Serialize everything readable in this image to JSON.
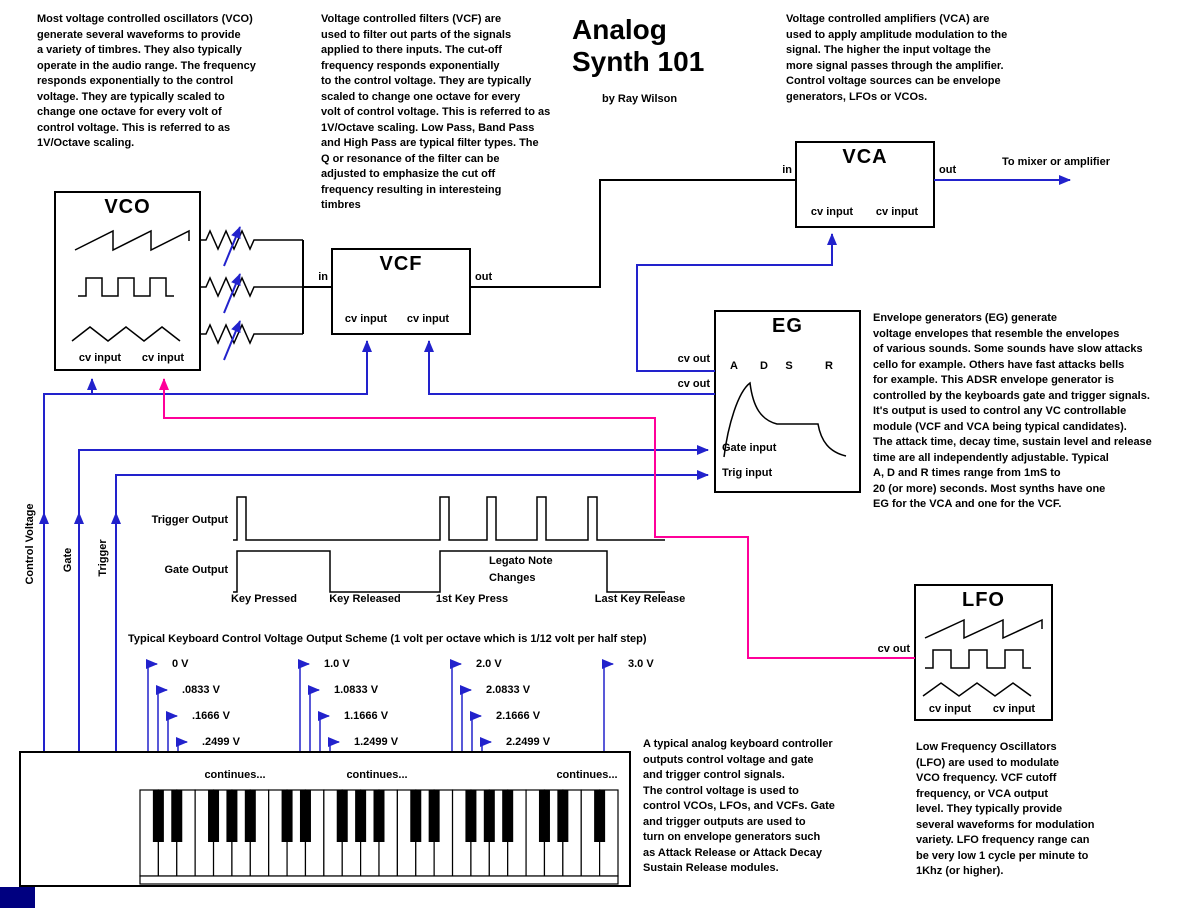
{
  "title": {
    "heading": "Analog\nSynth 101",
    "byline": "by Ray Wilson"
  },
  "descriptions": {
    "vco": "Most voltage controlled oscillators (VCO)\ngenerate several waveforms to provide\na variety of timbres. They also typically\noperate in the audio range. The frequency\nresponds exponentially to the control\nvoltage. They are typically scaled to\nchange one octave for every volt of\ncontrol voltage. This is referred to as\n1V/Octave scaling.",
    "vcf": "Voltage controlled filters (VCF) are\nused to filter out parts of the signals\napplied to there inputs. The cut-off\nfrequency responds exponentially\nto the control voltage. They are typically\nscaled to change one octave for every\nvolt of control voltage. This is referred to as\n1V/Octave scaling. Low Pass, Band Pass\nand High Pass are typical filter types. The\nQ or resonance of the filter can be\nadjusted to emphasize the cut off\nfrequency resulting in interesteing\ntimbres",
    "vca": "Voltage controlled amplifiers (VCA) are\nused to apply amplitude modulation to the\nsignal. The higher the input voltage the\nmore signal passes through the amplifier.\nControl voltage sources can be envelope\ngenerators, LFOs or VCOs.",
    "eg": "Envelope generators (EG) generate\nvoltage envelopes that resemble the envelopes\nof various sounds. Some sounds have slow attacks\ncello for example. Others have fast attacks bells\nfor example. This ADSR envelope generator is\ncontrolled by the keyboards gate and trigger signals.\nIt's output is used to control any VC controllable\nmodule (VCF and VCA being typical candidates).\nThe attack time, decay time, sustain level and release\ntime are all independently adjustable. Typical\nA, D and R times range from 1mS to\n20 (or more) seconds. Most synths have one\nEG for the VCA and one for the VCF.",
    "lfo": "Low Frequency Oscillators\n(LFO) are used to modulate\nVCO frequency. VCF cutoff\nfrequency, or VCA output\nlevel. They typically provide\nseveral waveforms for modulation\nvariety. LFO frequency range can\nbe very low 1 cycle per minute to\n1Khz (or higher).",
    "keyboard": "A typical analog keyboard controller\noutputs control voltage and gate\nand trigger control signals.\nThe control voltage is used to\ncontrol VCOs, LFOs, and VCFs. Gate\nand trigger outputs are used to\nturn on envelope generators such\nas Attack Release or Attack Decay\nSustain Release modules."
  },
  "modules": {
    "vco": {
      "title": "VCO",
      "cv_input_1": "cv input",
      "cv_input_2": "cv input"
    },
    "vcf": {
      "title": "VCF",
      "in": "in",
      "out": "out",
      "cv_input_1": "cv input",
      "cv_input_2": "cv input"
    },
    "vca": {
      "title": "VCA",
      "in": "in",
      "out": "out",
      "cv_input_1": "cv input",
      "cv_input_2": "cv input",
      "to_mixer": "To mixer or amplifier"
    },
    "eg": {
      "title": "EG",
      "a": "A",
      "d": "D",
      "s": "S",
      "r": "R",
      "cv_out_1": "cv out",
      "cv_out_2": "cv out",
      "gate_input": "Gate input",
      "trig_input": "Trig input"
    },
    "lfo": {
      "title": "LFO",
      "cv_out": "cv out",
      "cv_input_1": "cv input",
      "cv_input_2": "cv input"
    }
  },
  "signals": {
    "control_voltage": "Control Voltage",
    "gate": "Gate",
    "trigger": "Trigger"
  },
  "timing": {
    "trigger_output": "Trigger Output",
    "gate_output": "Gate Output",
    "key_pressed": "Key Pressed",
    "key_released": "Key Released",
    "first_key_press": "1st Key Press",
    "legato": "Legato Note\nChanges",
    "last_key_release": "Last Key Release"
  },
  "cv_scheme": {
    "title": "Typical Keyboard Control Voltage Output Scheme (1 volt per octave which is 1/12 volt per half step)",
    "octaves": [
      {
        "voltages": [
          "0 V",
          ".0833 V",
          ".1666 V",
          ".2499 V"
        ],
        "continues": "continues..."
      },
      {
        "voltages": [
          "1.0 V",
          "1.0833 V",
          "1.1666 V",
          "1.2499 V"
        ],
        "continues": "continues..."
      },
      {
        "voltages": [
          "2.0 V",
          "2.0833 V",
          "2.1666 V",
          "2.2499 V"
        ],
        "continues": "continues..."
      },
      {
        "voltages": [
          "3.0 V"
        ]
      }
    ]
  },
  "colors": {
    "wire_blue": "#2222cc",
    "wire_pink": "#ff0099",
    "line_black": "#000000",
    "navy_bar": "#000080",
    "background": "#ffffff"
  }
}
